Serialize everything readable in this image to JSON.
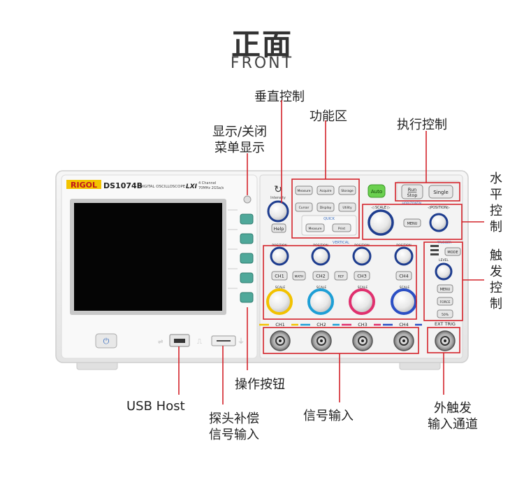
{
  "title": {
    "cn": "正面",
    "en": "FRONT"
  },
  "callouts": {
    "vertical_control": "垂直控制",
    "function_area": "功能区",
    "run_control": "执行控制",
    "menu_toggle": [
      "显示/关闭",
      "菜单显示"
    ],
    "horizontal_control": [
      "水",
      "平",
      "控",
      "制"
    ],
    "trigger_control": [
      "触",
      "发",
      "控",
      "制"
    ],
    "operation_buttons": "操作按钮",
    "usb_host": "USB Host",
    "probe_comp": [
      "探头补偿",
      "信号输入"
    ],
    "signal_input": "信号输入",
    "ext_trigger": [
      "外触发",
      "输入通道"
    ]
  },
  "device": {
    "brand": "RIGOL",
    "model": "DS1074B",
    "subtitle": "DIGITAL OSCILLOSCOPE",
    "lxi": "LXI",
    "spec_line1": "4 Channel",
    "spec_line2": "70MHz 2GSa/s",
    "intensity_label": "Intensity",
    "help_label": "Help",
    "menu_keys": [
      "Measure",
      "Acquire",
      "Storage",
      "Cursor",
      "Display",
      "Utility"
    ],
    "quick_label": "QUICK",
    "quick_keys": [
      "Measure",
      "Print"
    ],
    "auto_label": "Auto",
    "run_stop_label": [
      "Run",
      "Stop"
    ],
    "single_label": "Single",
    "horizontal_label": "HORIZONTAL",
    "h_scale_label": "◁ SCALE ▷",
    "h_position_label": "◁POSITION▷",
    "h_menu_label": "MENU",
    "vertical_label": "VERTICAL",
    "position_label": "POSITION",
    "channel_keys": [
      "CH1",
      "MATH",
      "CH2",
      "REF",
      "CH3",
      "CH4"
    ],
    "scale_label": "SCALE",
    "trigger_label": "TRIGGER",
    "mode_label": "MODE",
    "level_label": "LEVEL",
    "trig_menu_label": "MENU",
    "force_label": "FORCE",
    "fifty_label": "50%",
    "bnc_labels": [
      "CH1",
      "CH2",
      "CH3",
      "CH4"
    ],
    "ext_trig_label": "EXT TRIG",
    "ch_colors": [
      "#f2c200",
      "#1e9fd6",
      "#e0306e",
      "#2b4fc4"
    ]
  }
}
